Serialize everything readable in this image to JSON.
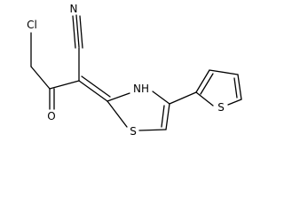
{
  "structure": {
    "atoms": [
      {
        "id": "n_nitrile",
        "label": "N"
      },
      {
        "id": "cl",
        "label": "Cl"
      },
      {
        "id": "o_ketone",
        "label": "O"
      },
      {
        "id": "nh_ring",
        "label": "NH"
      },
      {
        "id": "s_thiazole",
        "label": "S"
      },
      {
        "id": "s_thiophene",
        "label": "S"
      }
    ]
  }
}
